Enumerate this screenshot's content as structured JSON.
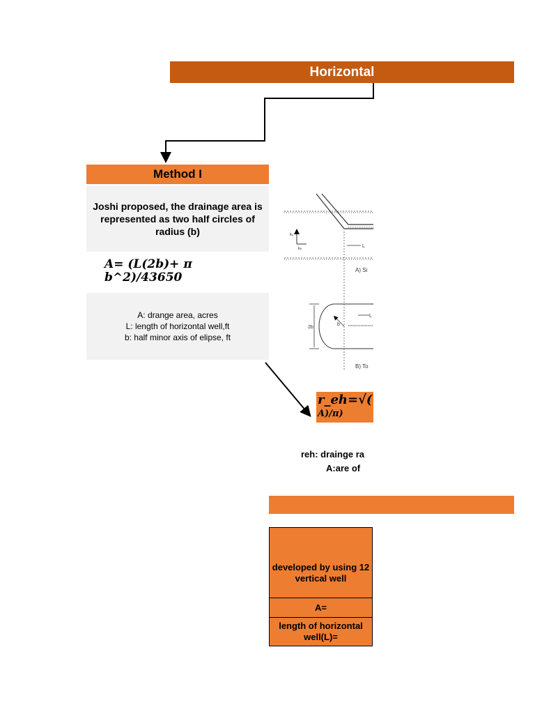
{
  "header": {
    "title": "Horizontal"
  },
  "method1": {
    "title": "Method I",
    "description": "Joshi proposed, the drainage area is represented as two half circles of radius  (b)",
    "formula_line1": "A=  (L(2b)+ π",
    "formula_line2": "b^2)/43650",
    "legend": [
      "A: drange area, acres",
      "L: length of horizontal well,ft",
      "b: half minor axis of elipse, ft"
    ]
  },
  "figure": {
    "label_kv": "kᵥ",
    "label_kh": "kₕ",
    "label_L": "L",
    "caption_a": "A) Si",
    "label_2b": "2b",
    "label_b": "b",
    "caption_b": "B) To"
  },
  "reh": {
    "formula_line1": "r_eh=√(",
    "formula_line2": "A)/π)",
    "desc_line1": "reh: drainge ra",
    "desc_line2": "A:are  of"
  },
  "table": {
    "row1": "developed by using 12 vertical well",
    "row2": "A=",
    "row3": "length of horizontal well(L)="
  }
}
